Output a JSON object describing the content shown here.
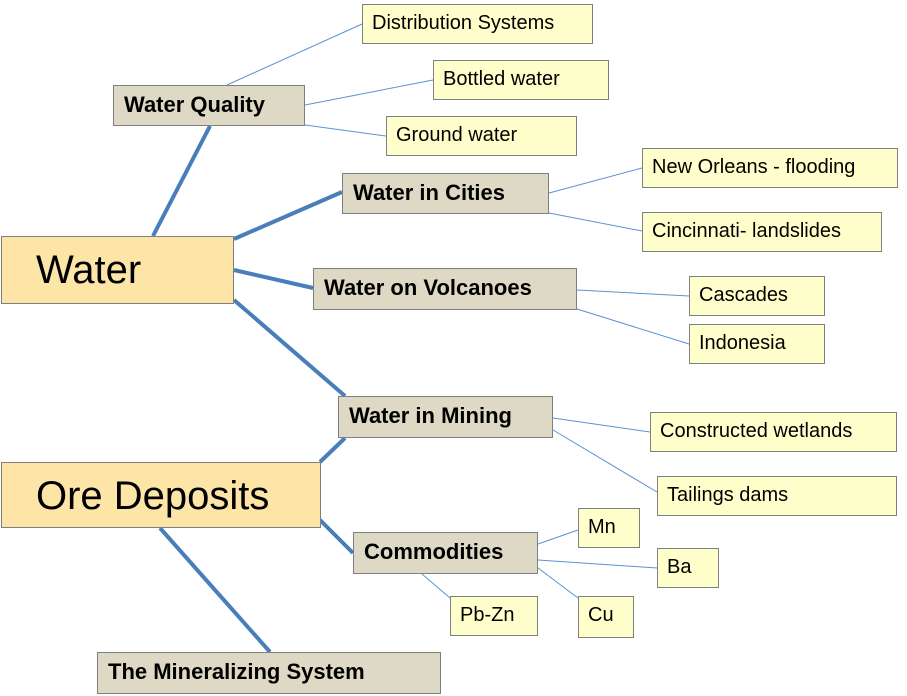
{
  "roots": {
    "water": "Water",
    "ore_deposits": "Ore Deposits"
  },
  "topics": {
    "water_quality": "Water Quality",
    "water_in_cities": "Water in Cities",
    "water_on_volcanoes": "Water on Volcanoes",
    "water_in_mining": "Water in Mining",
    "commodities": "Commodities",
    "mineralizing_system": "The Mineralizing System"
  },
  "leaves": {
    "distribution_systems": "Distribution Systems",
    "bottled_water": "Bottled water",
    "ground_water": "Ground water",
    "new_orleans": "New Orleans - flooding",
    "cincinnati": "Cincinnati- landslides",
    "cascades": "Cascades",
    "indonesia": "Indonesia",
    "constructed_wetlands": "Constructed wetlands",
    "tailings_dams": "Tailings dams",
    "mn": "Mn",
    "ba": "Ba",
    "pb_zn": "Pb-Zn",
    "cu": "Cu"
  },
  "colors": {
    "root_fill": "#fce5a6",
    "topic_fill": "#ddd9c4",
    "leaf_fill": "#ffffcc",
    "thick_link": "#4a7ebb",
    "thin_link": "#5b93d3"
  }
}
